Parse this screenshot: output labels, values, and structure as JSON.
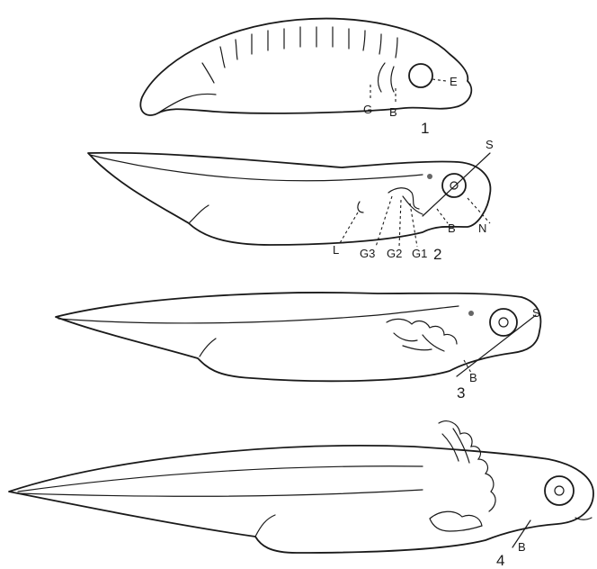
{
  "stages": [
    {
      "number": "1",
      "labels": {
        "g": "G",
        "b": "B",
        "e": "E"
      }
    },
    {
      "number": "2",
      "labels": {
        "s": "S",
        "b": "B",
        "n": "N",
        "l": "L",
        "g3": "G3",
        "g2": "G2",
        "g1": "G1"
      }
    },
    {
      "number": "3",
      "labels": {
        "s": "S",
        "b": "B"
      }
    },
    {
      "number": "4",
      "labels": {
        "b": "B"
      }
    }
  ]
}
